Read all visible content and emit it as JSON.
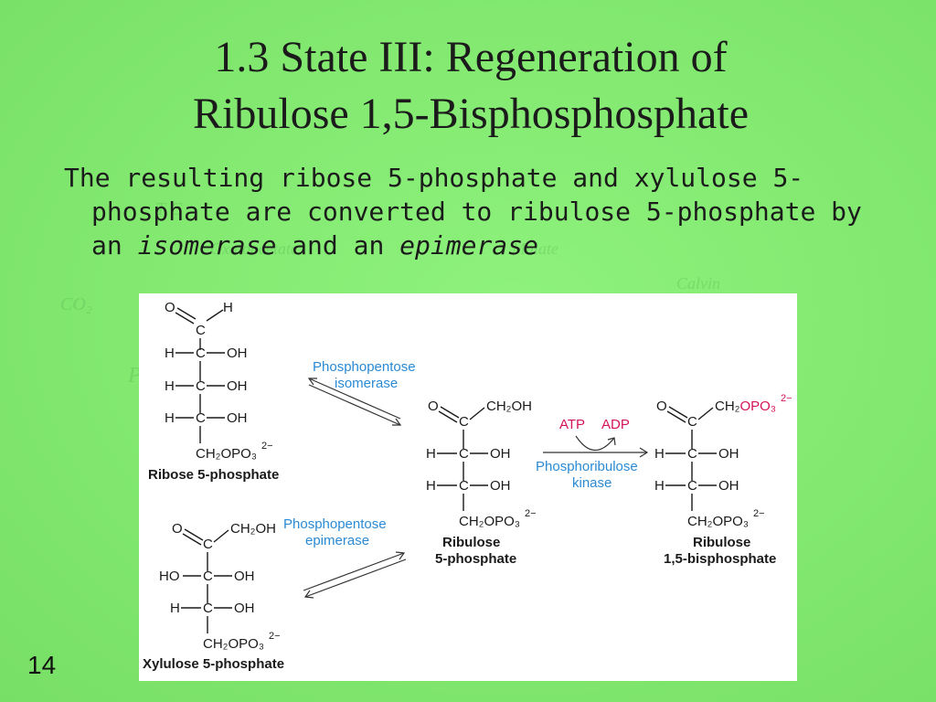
{
  "slide": {
    "title_line1": "1.3 State III: Regeneration of",
    "title_line2": "Ribulose 1,5-Bisphosphosphate",
    "body_pre": "The resulting ribose 5-phosphate and xylulose 5-phosphate are converted to ribulose 5-phosphate by an ",
    "body_em1": "isomerase",
    "body_mid": " and an ",
    "body_em2": "epimerase",
    "slide_number": "14"
  },
  "diagram": {
    "enzymes": {
      "isomerase_1": "Phosphopentose",
      "isomerase_2": "isomerase",
      "epimerase_1": "Phosphopentose",
      "epimerase_2": "epimerase",
      "kinase_1": "Phosphoribulose",
      "kinase_2": "kinase",
      "atp": "ATP",
      "adp": "ADP"
    },
    "labels": {
      "ribose": "Ribose 5-phosphate",
      "xylulose": "Xylulose 5-phosphate",
      "ribulose5p_1": "Ribulose",
      "ribulose5p_2": "5-phosphate",
      "rubp_1": "Ribulose",
      "rubp_2": "1,5-bisphosphate"
    },
    "atoms": {
      "O": "O",
      "H": "H",
      "C": "C",
      "OH": "OH",
      "HO": "HO",
      "CH2OH": "CH₂OH",
      "CH2OPO3": "CH₂OPO₃",
      "charge": "2−",
      "OPO3": "OPO₃"
    }
  },
  "colors": {
    "background": "#84ea72",
    "enzyme_text": "#2a8ad4",
    "phosphate_red": "#d4145a"
  }
}
